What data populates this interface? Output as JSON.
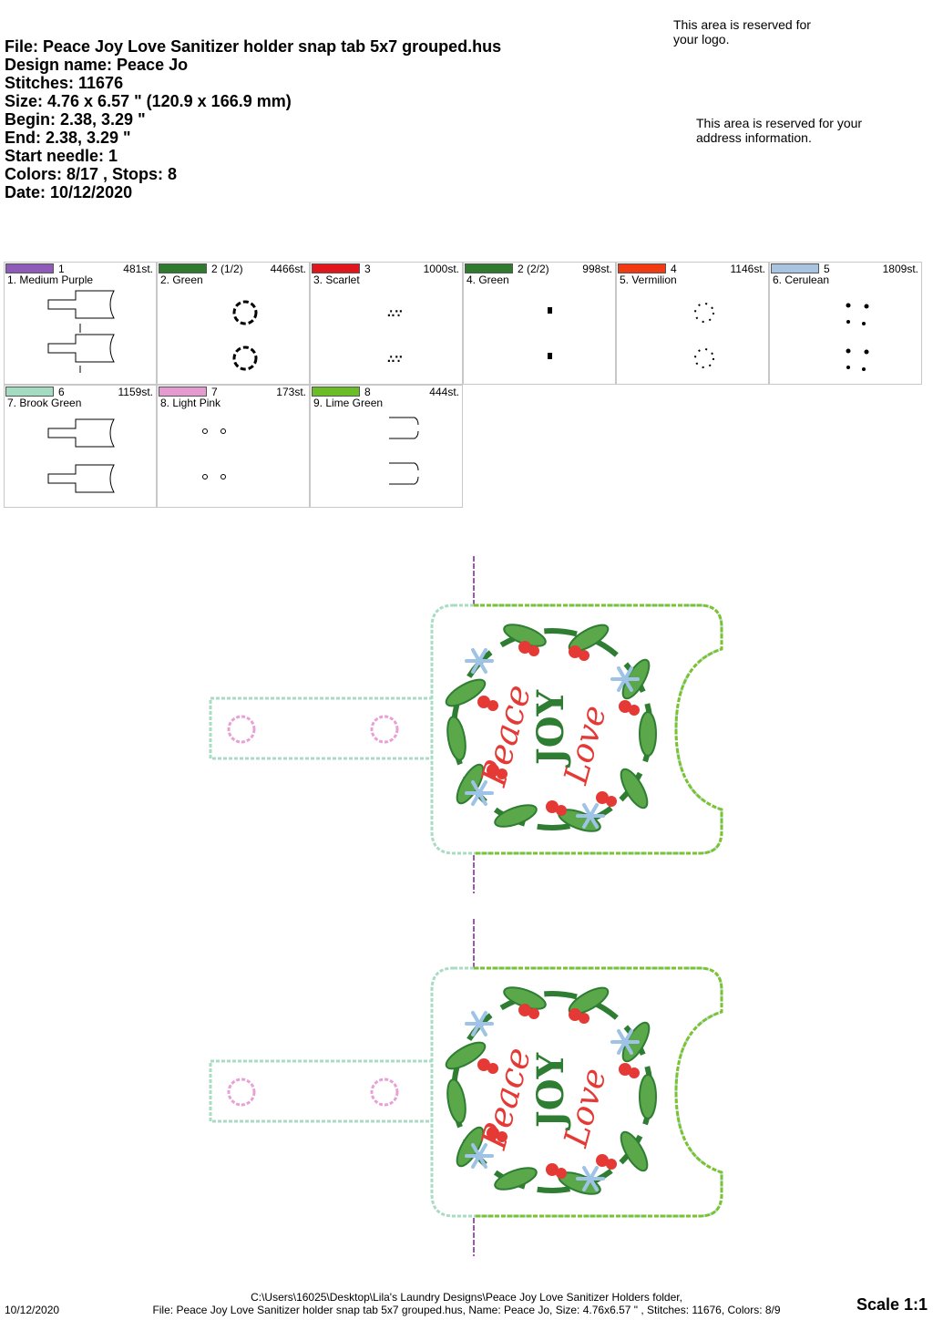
{
  "info": {
    "file": "File: Peace Joy Love Sanitizer holder snap tab 5x7 grouped.hus",
    "design_name": "Design name: Peace Jo",
    "stitches": "Stitches: 11676",
    "size": "Size: 4.76 x 6.57 \" (120.9 x 166.9 mm)",
    "begin": "Begin: 2.38, 3.29 \"",
    "end": "End: 2.38, 3.29 \"",
    "start_needle": "Start needle: 1",
    "colors": "Colors: 8/17 , Stops: 8",
    "date": "Date: 10/12/2020"
  },
  "notes": {
    "logo": "This area is reserved for your logo.",
    "address": "This area is reserved for your address information."
  },
  "color_steps": [
    {
      "needle": "1",
      "stitches": "481st.",
      "name": "1. Medium Purple",
      "color": "#8e5cb8",
      "thumb": "outline"
    },
    {
      "needle": "2 (1/2)",
      "stitches": "4466st.",
      "name": "2. Green",
      "color": "#2f7a2f",
      "thumb": "wreath"
    },
    {
      "needle": "3",
      "stitches": "1000st.",
      "name": "3. Scarlet",
      "color": "#e0161c",
      "thumb": "berries"
    },
    {
      "needle": "2 (2/2)",
      "stitches": "998st.",
      "name": "4. Green",
      "color": "#2f7a2f",
      "thumb": "small"
    },
    {
      "needle": "4",
      "stitches": "1146st.",
      "name": "5. Vermilion",
      "color": "#f23a12",
      "thumb": "dots-ring"
    },
    {
      "needle": "5",
      "stitches": "1809st.",
      "name": "6. Cerulean",
      "color": "#a8c4e0",
      "thumb": "flakes"
    },
    {
      "needle": "6",
      "stitches": "1159st.",
      "name": "7. Brook Green",
      "color": "#a4dcc2",
      "thumb": "outline-tab"
    },
    {
      "needle": "7",
      "stitches": "173st.",
      "name": "8. Light Pink",
      "color": "#e59ad0",
      "thumb": "circles"
    },
    {
      "needle": "8",
      "stitches": "444st.",
      "name": "9. Lime Green",
      "color": "#6abd26",
      "thumb": "lines"
    }
  ],
  "design_text": {
    "peace": "Peace",
    "joy": "JOY",
    "love": "Love"
  },
  "colors": {
    "purple": "#9b59b6",
    "green": "#2e7d32",
    "leaf_light": "#5aa84a",
    "scarlet": "#e53935",
    "cerulean": "#9ec3e6",
    "brook": "#a8dcc4",
    "pink": "#e9a0d6",
    "lime": "#7cc22e"
  },
  "footer": {
    "date": "10/12/2020",
    "path": "C:\\Users\\16025\\Desktop\\Lila's Laundry Designs\\Peace Joy Love Sanitizer Holders folder,",
    "file_line": "File: Peace Joy Love Sanitizer holder snap tab 5x7 grouped.hus, Name: Peace Jo, Size: 4.76x6.57 \" , Stitches: 11676, Colors: 8/9",
    "scale": "Scale 1:1"
  }
}
